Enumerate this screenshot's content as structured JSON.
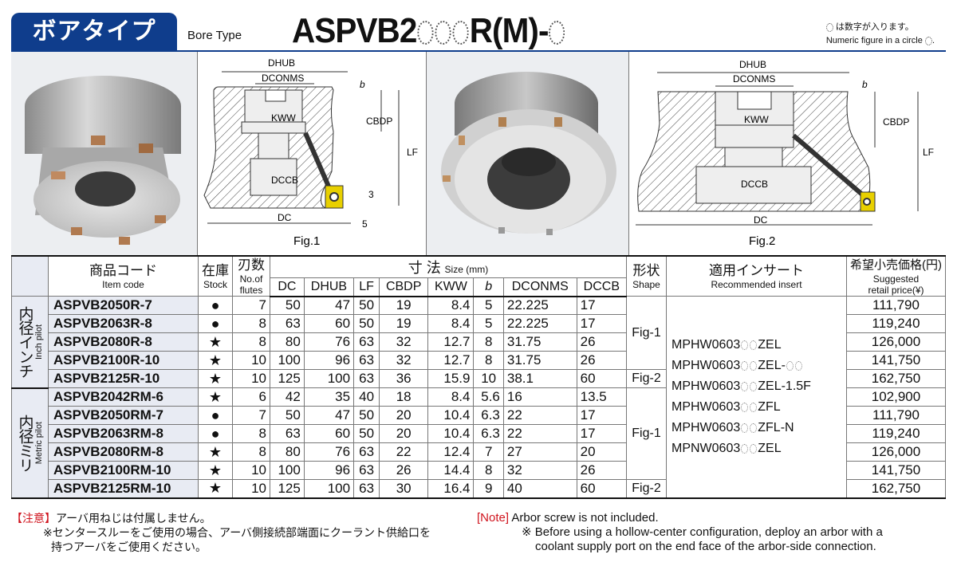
{
  "header": {
    "tab_title": "ボアタイプ",
    "subtitle": "Bore Type",
    "model_prefix": "ASPVB2",
    "model_mid": "R(M)-",
    "note_jp": "は数字が入ります。",
    "note_en": "Numeric figure in a circle",
    "accent_color": "#0f3d8c"
  },
  "figures": {
    "fig1": {
      "caption": "Fig.1",
      "labels": {
        "dhub": "DHUB",
        "dconms": "DCONMS",
        "b": "b",
        "kww": "KWW",
        "cbdp": "CBDP",
        "lf": "LF",
        "dccb": "DCCB",
        "dc": "DC",
        "dim3": "3",
        "dim5": "5"
      }
    },
    "fig2": {
      "caption": "Fig.2",
      "labels": {
        "dhub": "DHUB",
        "dconms": "DCONMS",
        "b": "b",
        "kww": "KWW",
        "cbdp": "CBDP",
        "lf": "LF",
        "dccb": "DCCB",
        "dc": "DC"
      }
    }
  },
  "table": {
    "headers": {
      "item_code_jp": "商品コード",
      "item_code_en": "Item code",
      "stock_jp": "在庫",
      "stock_en": "Stock",
      "flutes_jp": "刃数",
      "flutes_en": "No.of flutes",
      "size_jp": "寸 法",
      "size_en": "Size (mm)",
      "dc": "DC",
      "dhub": "DHUB",
      "lf": "LF",
      "cbdp": "CBDP",
      "kww": "KWW",
      "b": "b",
      "dconms": "DCONMS",
      "dccb": "DCCB",
      "shape_jp": "形状",
      "shape_en": "Shape",
      "insert_jp": "適用インサート",
      "insert_en": "Recommended insert",
      "price_jp": "希望小売価格(円)",
      "price_en1": "Suggested",
      "price_en2": "retail price(¥)"
    },
    "groups": {
      "inch": {
        "jp": "内径インチ",
        "en": "Inch pilot"
      },
      "metric": {
        "jp": "内径ミリ",
        "en": "Metric pilot"
      }
    },
    "inch_rows": [
      {
        "code": "ASPVB2050R-7",
        "stock": "●",
        "flutes": "7",
        "dc": "50",
        "dhub": "47",
        "lf": "50",
        "cbdp": "19",
        "kww": "8.4",
        "b": "5",
        "dconms": "22.225",
        "dccb": "17",
        "price": "111,790"
      },
      {
        "code": "ASPVB2063R-8",
        "stock": "●",
        "flutes": "8",
        "dc": "63",
        "dhub": "60",
        "lf": "50",
        "cbdp": "19",
        "kww": "8.4",
        "b": "5",
        "dconms": "22.225",
        "dccb": "17",
        "price": "119,240"
      },
      {
        "code": "ASPVB2080R-8",
        "stock": "★",
        "flutes": "8",
        "dc": "80",
        "dhub": "76",
        "lf": "63",
        "cbdp": "32",
        "kww": "12.7",
        "b": "8",
        "dconms": "31.75",
        "dccb": "26",
        "price": "126,000"
      },
      {
        "code": "ASPVB2100R-10",
        "stock": "★",
        "flutes": "10",
        "dc": "100",
        "dhub": "96",
        "lf": "63",
        "cbdp": "32",
        "kww": "12.7",
        "b": "8",
        "dconms": "31.75",
        "dccb": "26",
        "price": "141,750"
      },
      {
        "code": "ASPVB2125R-10",
        "stock": "★",
        "flutes": "10",
        "dc": "125",
        "dhub": "100",
        "lf": "63",
        "cbdp": "36",
        "kww": "15.9",
        "b": "10",
        "dconms": "38.1",
        "dccb": "60",
        "price": "162,750"
      }
    ],
    "metric_rows": [
      {
        "code": "ASPVB2042RM-6",
        "stock": "★",
        "flutes": "6",
        "dc": "42",
        "dhub": "35",
        "lf": "40",
        "cbdp": "18",
        "kww": "8.4",
        "b": "5.6",
        "dconms": "16",
        "dccb": "13.5",
        "price": "102,900"
      },
      {
        "code": "ASPVB2050RM-7",
        "stock": "●",
        "flutes": "7",
        "dc": "50",
        "dhub": "47",
        "lf": "50",
        "cbdp": "20",
        "kww": "10.4",
        "b": "6.3",
        "dconms": "22",
        "dccb": "17",
        "price": "111,790"
      },
      {
        "code": "ASPVB2063RM-8",
        "stock": "●",
        "flutes": "8",
        "dc": "63",
        "dhub": "60",
        "lf": "50",
        "cbdp": "20",
        "kww": "10.4",
        "b": "6.3",
        "dconms": "22",
        "dccb": "17",
        "price": "119,240"
      },
      {
        "code": "ASPVB2080RM-8",
        "stock": "★",
        "flutes": "8",
        "dc": "80",
        "dhub": "76",
        "lf": "63",
        "cbdp": "22",
        "kww": "12.4",
        "b": "7",
        "dconms": "27",
        "dccb": "20",
        "price": "126,000"
      },
      {
        "code": "ASPVB2100RM-10",
        "stock": "★",
        "flutes": "10",
        "dc": "100",
        "dhub": "96",
        "lf": "63",
        "cbdp": "26",
        "kww": "14.4",
        "b": "8",
        "dconms": "32",
        "dccb": "26",
        "price": "141,750"
      },
      {
        "code": "ASPVB2125RM-10",
        "stock": "★",
        "flutes": "10",
        "dc": "125",
        "dhub": "100",
        "lf": "63",
        "cbdp": "30",
        "kww": "16.4",
        "b": "9",
        "dconms": "40",
        "dccb": "60",
        "price": "162,750"
      }
    ],
    "shapes": {
      "fig1": "Fig-1",
      "fig2": "Fig-2"
    },
    "inserts": [
      {
        "pre": "MPHW0603",
        "post": "ZEL",
        "suffix_ph": false
      },
      {
        "pre": "MPHW0603",
        "post": "ZEL-",
        "suffix_ph": true
      },
      {
        "pre": "MPHW0603",
        "post": "ZEL-1.5F",
        "suffix_ph": false
      },
      {
        "pre": "MPHW0603",
        "post": "ZFL",
        "suffix_ph": false
      },
      {
        "pre": "MPHW0603",
        "post": "ZFL-N",
        "suffix_ph": false
      },
      {
        "pre": "MPNW0603",
        "post": "ZEL",
        "suffix_ph": false
      }
    ]
  },
  "notes": {
    "jp": {
      "label": "【注意】",
      "line1": "アーバ用ねじは付属しません。",
      "line2": "※センタースルーをご使用の場合、アーバ側接続部端面にクーラント供給口を",
      "line3": "持つアーバをご使用ください。"
    },
    "en": {
      "label": "[Note]",
      "line1": " Arbor screw is not included.",
      "line2": "※ Before using a hollow-center configuration, deploy an arbor with a",
      "line3": "coolant supply port on the end face of the arbor-side connection."
    },
    "label_color": "#d0141e"
  }
}
